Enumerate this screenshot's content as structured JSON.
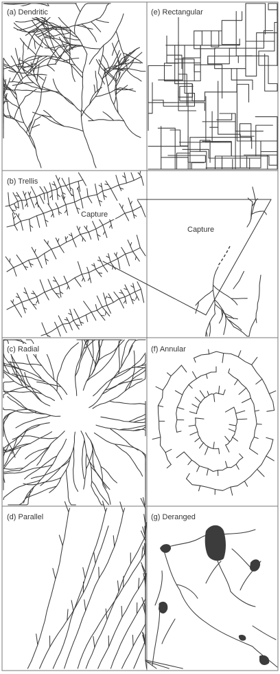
{
  "panels": {
    "dendritic": {
      "label": "(a) Dendritic"
    },
    "rectangular": {
      "label": "(e) Rectangular"
    },
    "trellis": {
      "label": "(b) Trellis",
      "annotation": "Capture"
    },
    "capture_detail": {
      "annotation": "Capture"
    },
    "radial": {
      "label": "(c) Radial"
    },
    "annular": {
      "label": "(f) Annular"
    },
    "parallel": {
      "label": "(d) Parallel"
    },
    "deranged": {
      "label": "(g) Deranged"
    }
  },
  "colors": {
    "ink": "#3a3a3a",
    "frame": "#777777",
    "lake": "#3c3c3c"
  }
}
